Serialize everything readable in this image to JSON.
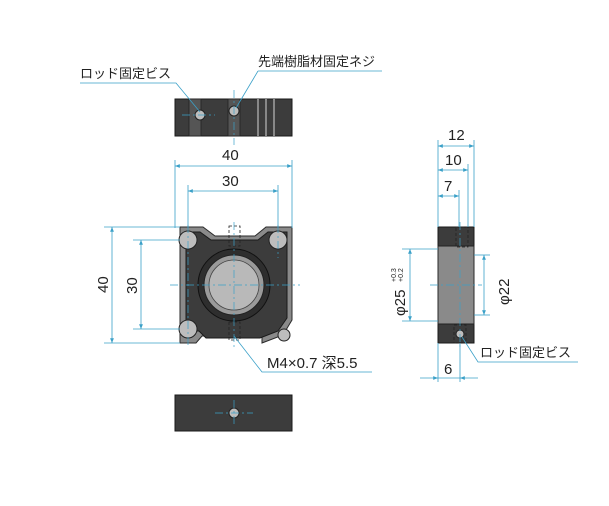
{
  "labels": {
    "rod_screw_top": "ロッド固定ビス",
    "tip_resin_screw": "先端樹脂材固定ネジ",
    "tapped_hole": "M4×0.7 深5.5",
    "rod_screw_side": "ロッド固定ビス"
  },
  "dimensions": {
    "front_width": "40",
    "front_hole_pitch_x": "30",
    "front_height": "40",
    "front_hole_pitch_y": "30",
    "side_width": "12",
    "side_10": "10",
    "side_7": "7",
    "bore_diameter": "φ25",
    "bore_tol_upper": "+0.3",
    "bore_tol_lower": "+0.2",
    "outer_diameter": "φ22",
    "side_bottom": "6"
  }
}
